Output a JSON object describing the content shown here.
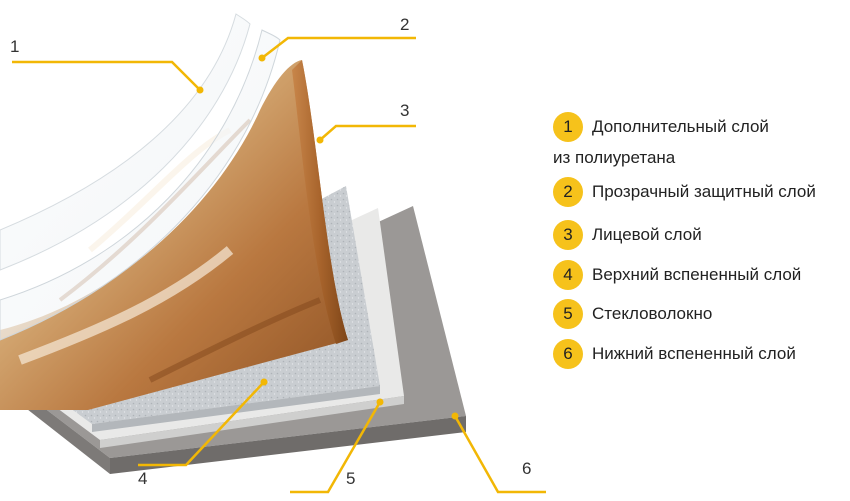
{
  "colors": {
    "accent": "#f6c21b",
    "leader_line": "#f2b705",
    "text": "#222222"
  },
  "callouts": [
    "1",
    "2",
    "3",
    "4",
    "5",
    "6"
  ],
  "legend": [
    {
      "number": "1",
      "label": "Дополнительный слой",
      "label_line2": "из полиуретана"
    },
    {
      "number": "2",
      "label": "Прозрачный защитный слой"
    },
    {
      "number": "3",
      "label": "Лицевой слой"
    },
    {
      "number": "4",
      "label": "Верхний вспененный слой"
    },
    {
      "number": "5",
      "label": "Стекловолокно"
    },
    {
      "number": "6",
      "label": "Нижний вспененный слой"
    }
  ]
}
